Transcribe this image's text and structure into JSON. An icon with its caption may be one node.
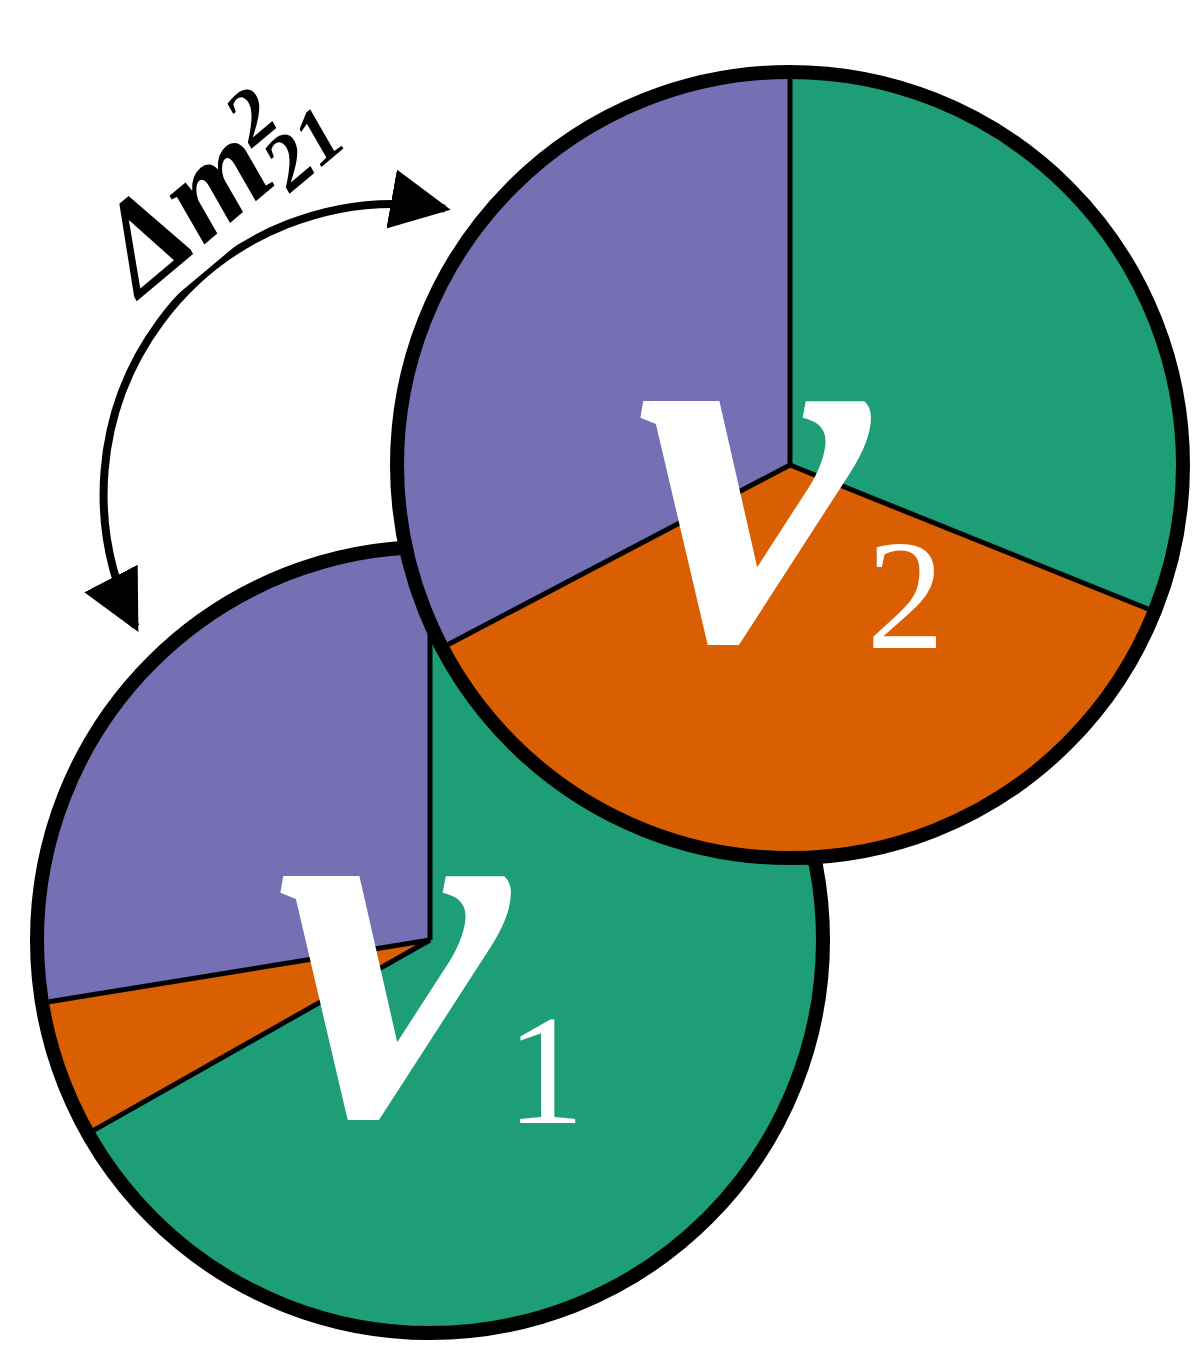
{
  "diagram": {
    "nodes": [
      {
        "text": [
          "ν$_{1}$"
        ]
      },
      {
        "text": [
          "ν$_{2}$"
        ]
      }
    ],
    "edges": [
      {
        "from": 0,
        "to": 1,
        "arrow": "both",
        "label": "Δm$^{2}$$_{21}$"
      }
    ]
  }
}
